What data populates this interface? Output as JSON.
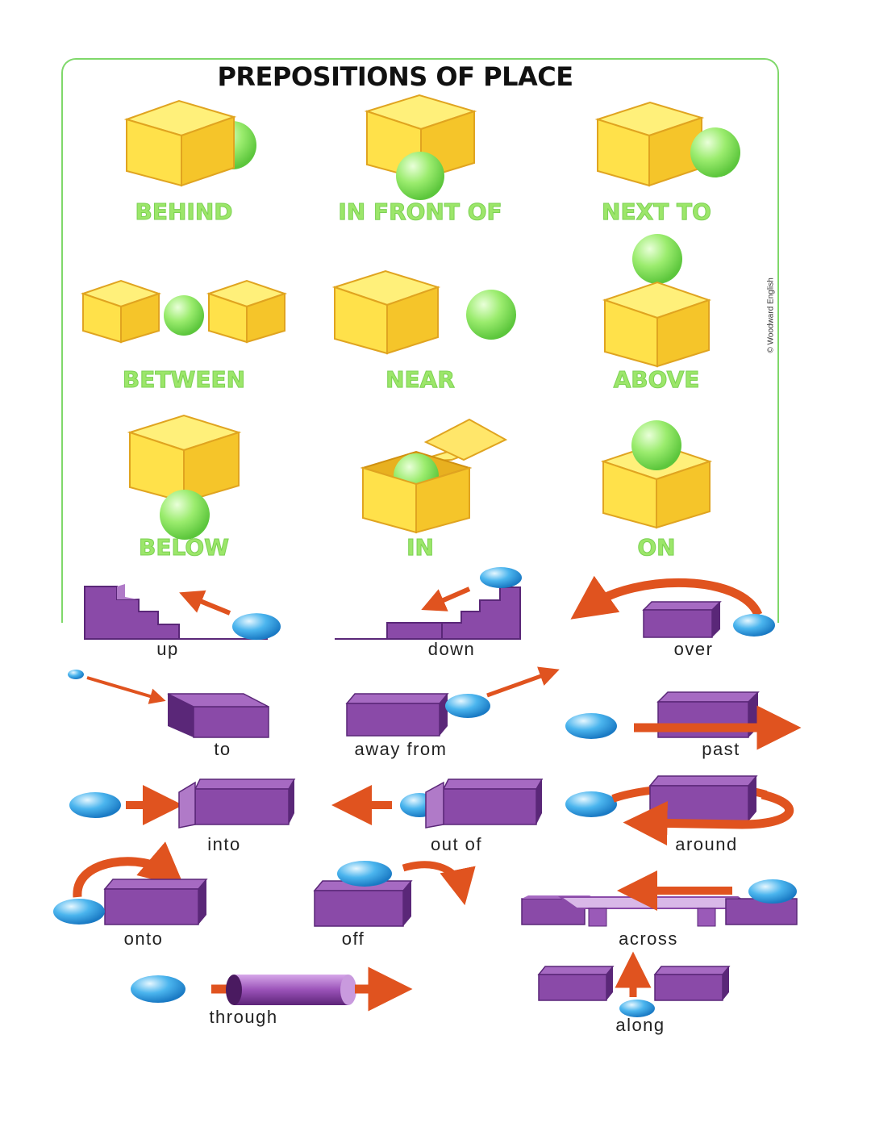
{
  "title": "PREPOSITIONS OF PLACE",
  "copyright": "© Woodward English",
  "place_labels": {
    "behind": "BEHIND",
    "in_front_of": "IN FRONT OF",
    "next_to": "NEXT TO",
    "between": "BETWEEN",
    "near": "NEAR",
    "above": "ABOVE",
    "below": "BELOW",
    "in": "IN",
    "on": "ON"
  },
  "movement_labels": {
    "up": "up",
    "down": "down",
    "over": "over",
    "to": "to",
    "away_from": "away from",
    "past": "past",
    "into": "into",
    "out_of": "out of",
    "around": "around",
    "onto": "onto",
    "off": "off",
    "across": "across",
    "through": "through",
    "along": "along"
  },
  "colors": {
    "frame": "#7fd86a",
    "cube": "#ffe14a",
    "ball": "#8ee86a",
    "block": "#8a4aa8",
    "blue_ball": "#3aa8e8",
    "arrow": "#e0531f"
  }
}
